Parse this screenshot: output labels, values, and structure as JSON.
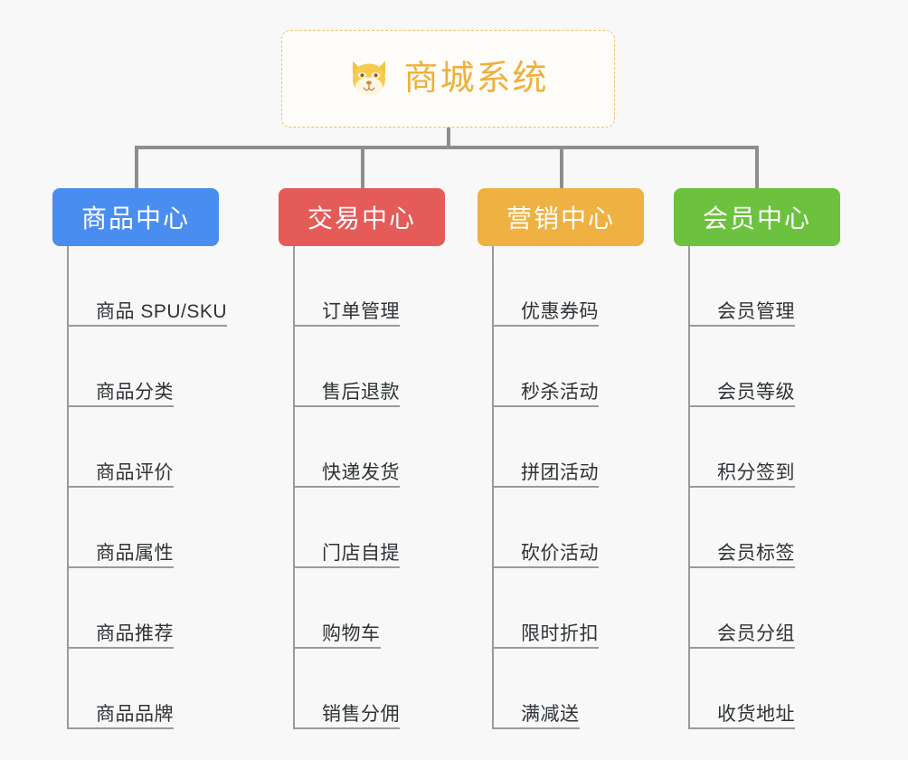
{
  "diagram": {
    "type": "org-tree",
    "background_color": "#f8f8f8",
    "connector_color": "#8e8e8e"
  },
  "root": {
    "title": "商城系统",
    "icon": "shiba-dog-icon",
    "text_color": "#efb03c",
    "border_color": "#f0c068"
  },
  "columns": [
    {
      "title": "商品中心",
      "color": "#4a8df0",
      "items": [
        "商品 SPU/SKU",
        "商品分类",
        "商品评价",
        "商品属性",
        "商品推荐",
        "商品品牌"
      ]
    },
    {
      "title": "交易中心",
      "color": "#e45b58",
      "items": [
        "订单管理",
        "售后退款",
        "快递发货",
        "门店自提",
        "购物车",
        "销售分佣"
      ]
    },
    {
      "title": "营销中心",
      "color": "#eeb142",
      "items": [
        "优惠券码",
        "秒杀活动",
        "拼团活动",
        "砍价活动",
        "限时折扣",
        "满减送"
      ]
    },
    {
      "title": "会员中心",
      "color": "#6cc23e",
      "items": [
        "会员管理",
        "会员等级",
        "积分签到",
        "会员标签",
        "会员分组",
        "收货地址"
      ]
    }
  ]
}
